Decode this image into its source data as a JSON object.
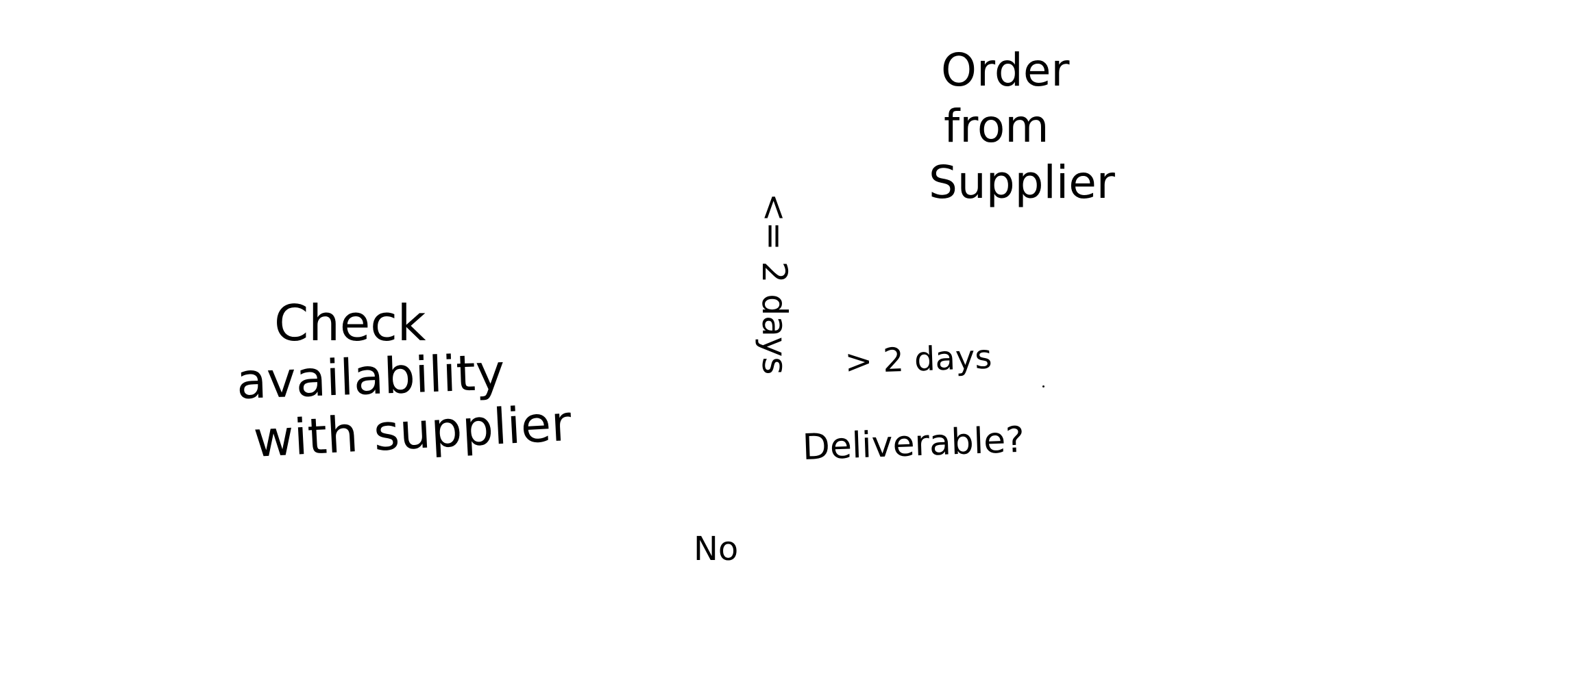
{
  "diagram": {
    "nodes": {
      "check_availability": {
        "lines": [
          "Check",
          "availability",
          "with supplier"
        ]
      },
      "order_from_supplier": {
        "lines": [
          "Order",
          "from",
          "Supplier"
        ]
      },
      "deliverable": {
        "text": "Deliverable?"
      }
    },
    "edge_labels": {
      "le_2_days": "<= 2 days",
      "gt_2_days": "> 2 days",
      "no": "No"
    }
  }
}
